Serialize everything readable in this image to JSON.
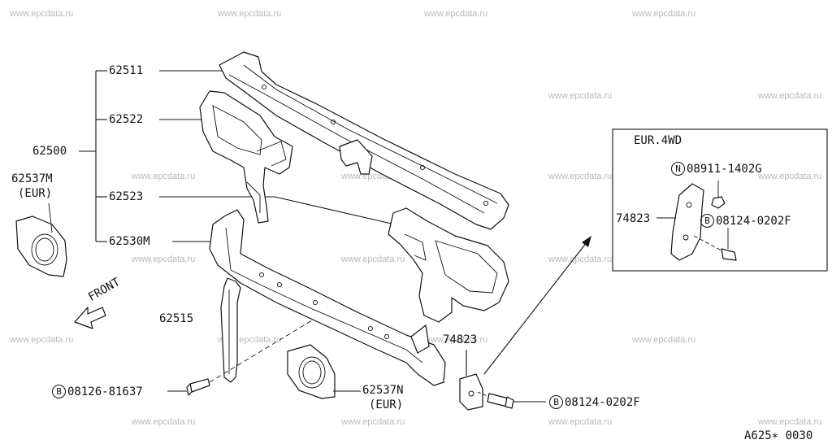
{
  "watermark": "www.epcdata.ru",
  "part_numbers": {
    "p62511": "62511",
    "p62522": "62522",
    "p62500": "62500",
    "p62537M": "62537M",
    "p62537M_note": "(EUR)",
    "p62523": "62523",
    "p62530M": "62530M",
    "p62515": "62515",
    "p74823_main": "74823",
    "p62537N": "62537N",
    "p62537N_note": "(EUR)",
    "bolt_left": "08126-81637",
    "bolt_right": "08124-0202F"
  },
  "front_label": "FRONT",
  "inset": {
    "title": "EUR.4WD",
    "nut": "08911-1402G",
    "bracket": "74823",
    "bolt": "08124-0202F"
  },
  "markers": {
    "bolt": "B",
    "nut": "N"
  },
  "diagram_code": "A625∗ 0030"
}
